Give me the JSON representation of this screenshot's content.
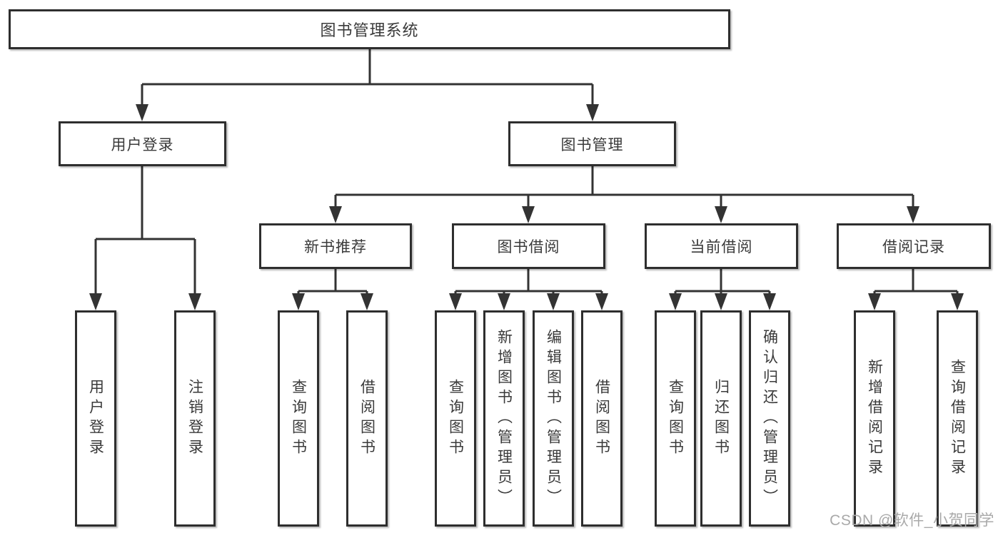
{
  "diagram": {
    "root": "图书管理系统",
    "level2": [
      "用户登录",
      "图书管理"
    ],
    "level3": [
      "新书推荐",
      "图书借阅",
      "当前借阅",
      "借阅记录"
    ],
    "leaves_login": [
      "用户登录",
      "注销登录"
    ],
    "leaves_recommend": [
      "查询图书",
      "借阅图书"
    ],
    "leaves_borrow": [
      "查询图书",
      "新增图书（管理员）",
      "编辑图书（管理员）",
      "借阅图书"
    ],
    "leaves_current": [
      "查询图书",
      "归还图书",
      "确认归还（管理员）"
    ],
    "leaves_records": [
      "新增借阅记录",
      "查询借阅记录"
    ]
  },
  "colors": {
    "line": "#333333",
    "text": "#3a3a3a",
    "watermark": "#a9a9a9"
  },
  "watermark": "CSDN @软件_小贺同学"
}
